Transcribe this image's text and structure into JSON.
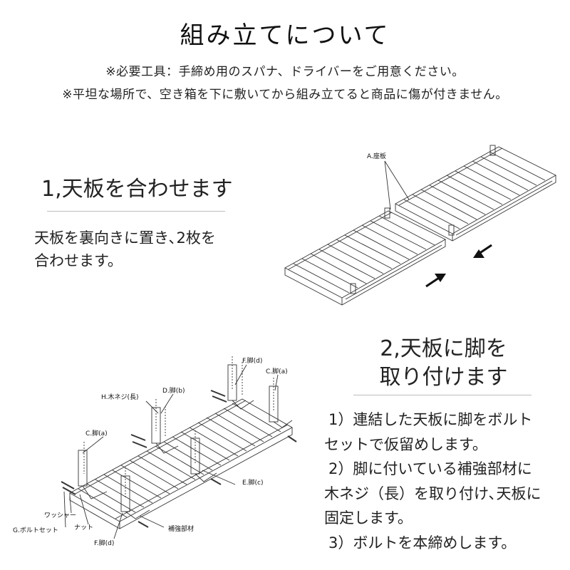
{
  "title": "組み立てについて",
  "notes": [
    "※必要工具：手締め用のスパナ、ドライバーをご用意ください。",
    "※平坦な場所で、空き箱を下に敷いてから組み立てると商品に傷が付きません。"
  ],
  "step1": {
    "heading": "1,天板を合わせます",
    "body_lines": [
      "天板を裏向きに置き､2枚を",
      "合わせます。"
    ]
  },
  "step2": {
    "heading_lines": [
      "2,天板に脚を",
      "取り付けます"
    ],
    "body_lines": [
      "1）連結した天板に脚をボルト",
      "セットで仮留めします。",
      "2）脚に付いている補強部材に",
      "木ネジ（長）を取り付け､天板に",
      "固定します。",
      "3）ボルトを本締めします。"
    ]
  },
  "diagram1_labels": {
    "seat_board": "A.座板"
  },
  "diagram2_labels": {
    "leg_d_top": "F.脚(d)",
    "leg_a_right": "C.脚(a)",
    "wood_screw": "H.木ネジ(長)",
    "leg_b": "D.脚(b)",
    "leg_a_left": "C.脚(a)",
    "leg_c": "E.脚(c)",
    "washer": "ワッシャー",
    "nut": "ナット",
    "bolt_set": "G.ボルトセット",
    "reinforcement": "補強部材",
    "leg_d_bottom": "F.脚(d)"
  }
}
